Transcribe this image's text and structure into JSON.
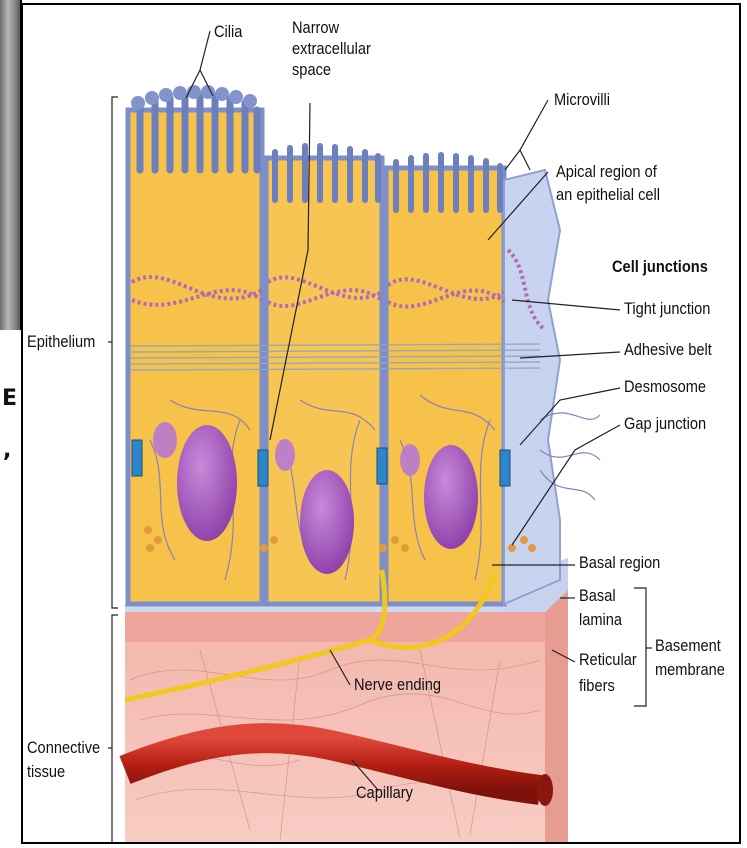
{
  "left_strip": {
    "texts": [
      "E",
      ","
    ]
  },
  "labels": {
    "cilia": "Cilia",
    "narrow_space": [
      "Narrow",
      "extracellular",
      "space"
    ],
    "microvilli": "Microvilli",
    "apical_region": [
      "Apical region of",
      "an epithelial cell"
    ],
    "cell_junctions": "Cell junctions",
    "tight_junction": "Tight junction",
    "adhesive_belt": "Adhesive belt",
    "desmosome": "Desmosome",
    "gap_junction": "Gap junction",
    "basal_region": "Basal region",
    "basal_lamina": [
      "Basal",
      "lamina"
    ],
    "reticular_fibers": [
      "Reticular",
      "fibers"
    ],
    "basement_membrane": [
      "Basement",
      "membrane"
    ],
    "epithelium": "Epithelium",
    "connective_tissue": [
      "Connective",
      "tissue"
    ],
    "nerve_ending": "Nerve ending",
    "capillary": "Capillary"
  },
  "colors": {
    "cytoplasm": "#f6c24a",
    "membrane": "#7d8fc6",
    "nucleus": "#a45cc0",
    "connective": "#f2b6ad",
    "capillary": "#c2261a",
    "nerve": "#f0c81e",
    "basal_lamina": "#c8d4ef"
  }
}
